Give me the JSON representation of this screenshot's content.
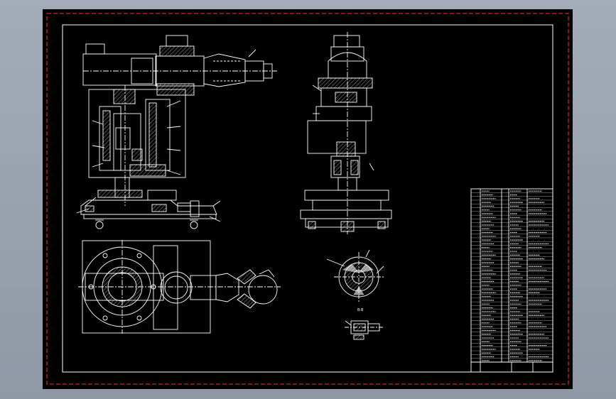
{
  "drawing": {
    "background_color": "#000000",
    "frame_color": "#ffffff",
    "border_dash_color": "#ff3030",
    "line_color": "#ffffff",
    "hatch_color": "#ffffff",
    "section_label": "B-B"
  },
  "views": [
    {
      "name": "front-elevation"
    },
    {
      "name": "side-elevation"
    },
    {
      "name": "plan-view"
    },
    {
      "name": "section-b-b"
    },
    {
      "name": "detail-view"
    }
  ],
  "parts_list": {
    "row_count": 46,
    "columns": 6
  }
}
